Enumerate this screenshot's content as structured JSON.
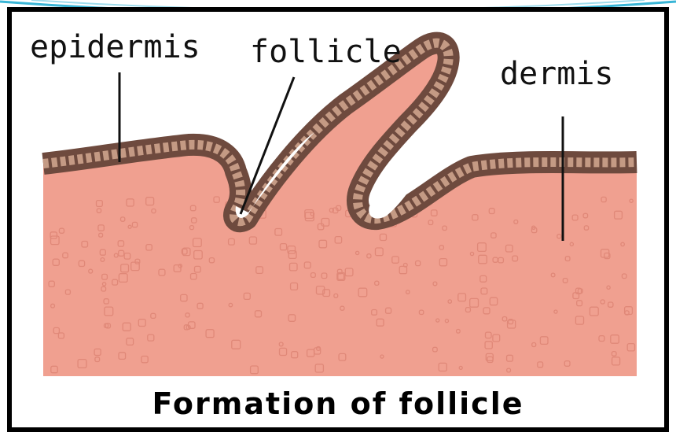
{
  "labels": {
    "epidermis": "epidermis",
    "follicle": "follicle",
    "dermis": "dermis"
  },
  "caption": "Formation of follicle",
  "colors": {
    "dermis_fill": "#f0a090",
    "dermis_speckle": "#e08878",
    "epidermis_band": "#7a5548",
    "epidermis_cell": "#c49a84",
    "frame": "#000000",
    "top_arc": "#39b5d6"
  }
}
